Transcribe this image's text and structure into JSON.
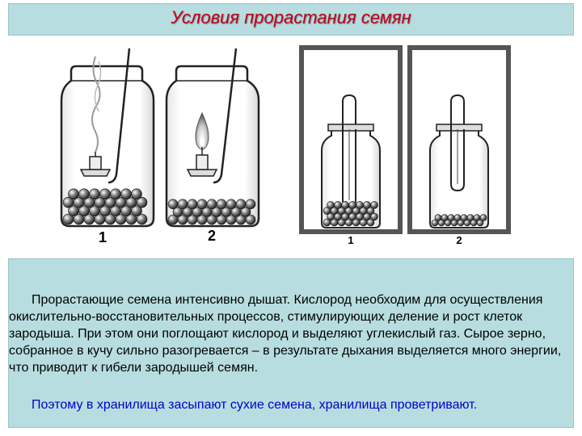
{
  "title": "Условия прорастания семян",
  "figure": {
    "left_labels": [
      "1",
      "2"
    ],
    "right_labels": [
      "1",
      "2"
    ]
  },
  "text": {
    "paragraph1": "Прорастающие семена интенсивно дышат. Кислород необходим для осуществления окислительно-восстановительных процессов, стимулирующих деление и рост клеток зародыша. При этом они поглощают кислород и выделяют углекислый газ. Сырое зерно, собранное в кучу сильно разогревается – в результате дыхания выделяется много энергии, что приводит к гибели зародышей семян.",
    "paragraph2": "Поэтому в хранилища засыпают сухие семена, хранилища проветривают."
  },
  "colors": {
    "panel_bg": "#b7dde0",
    "title_color": "#c0001a",
    "emphasis_color": "#0000cc"
  }
}
